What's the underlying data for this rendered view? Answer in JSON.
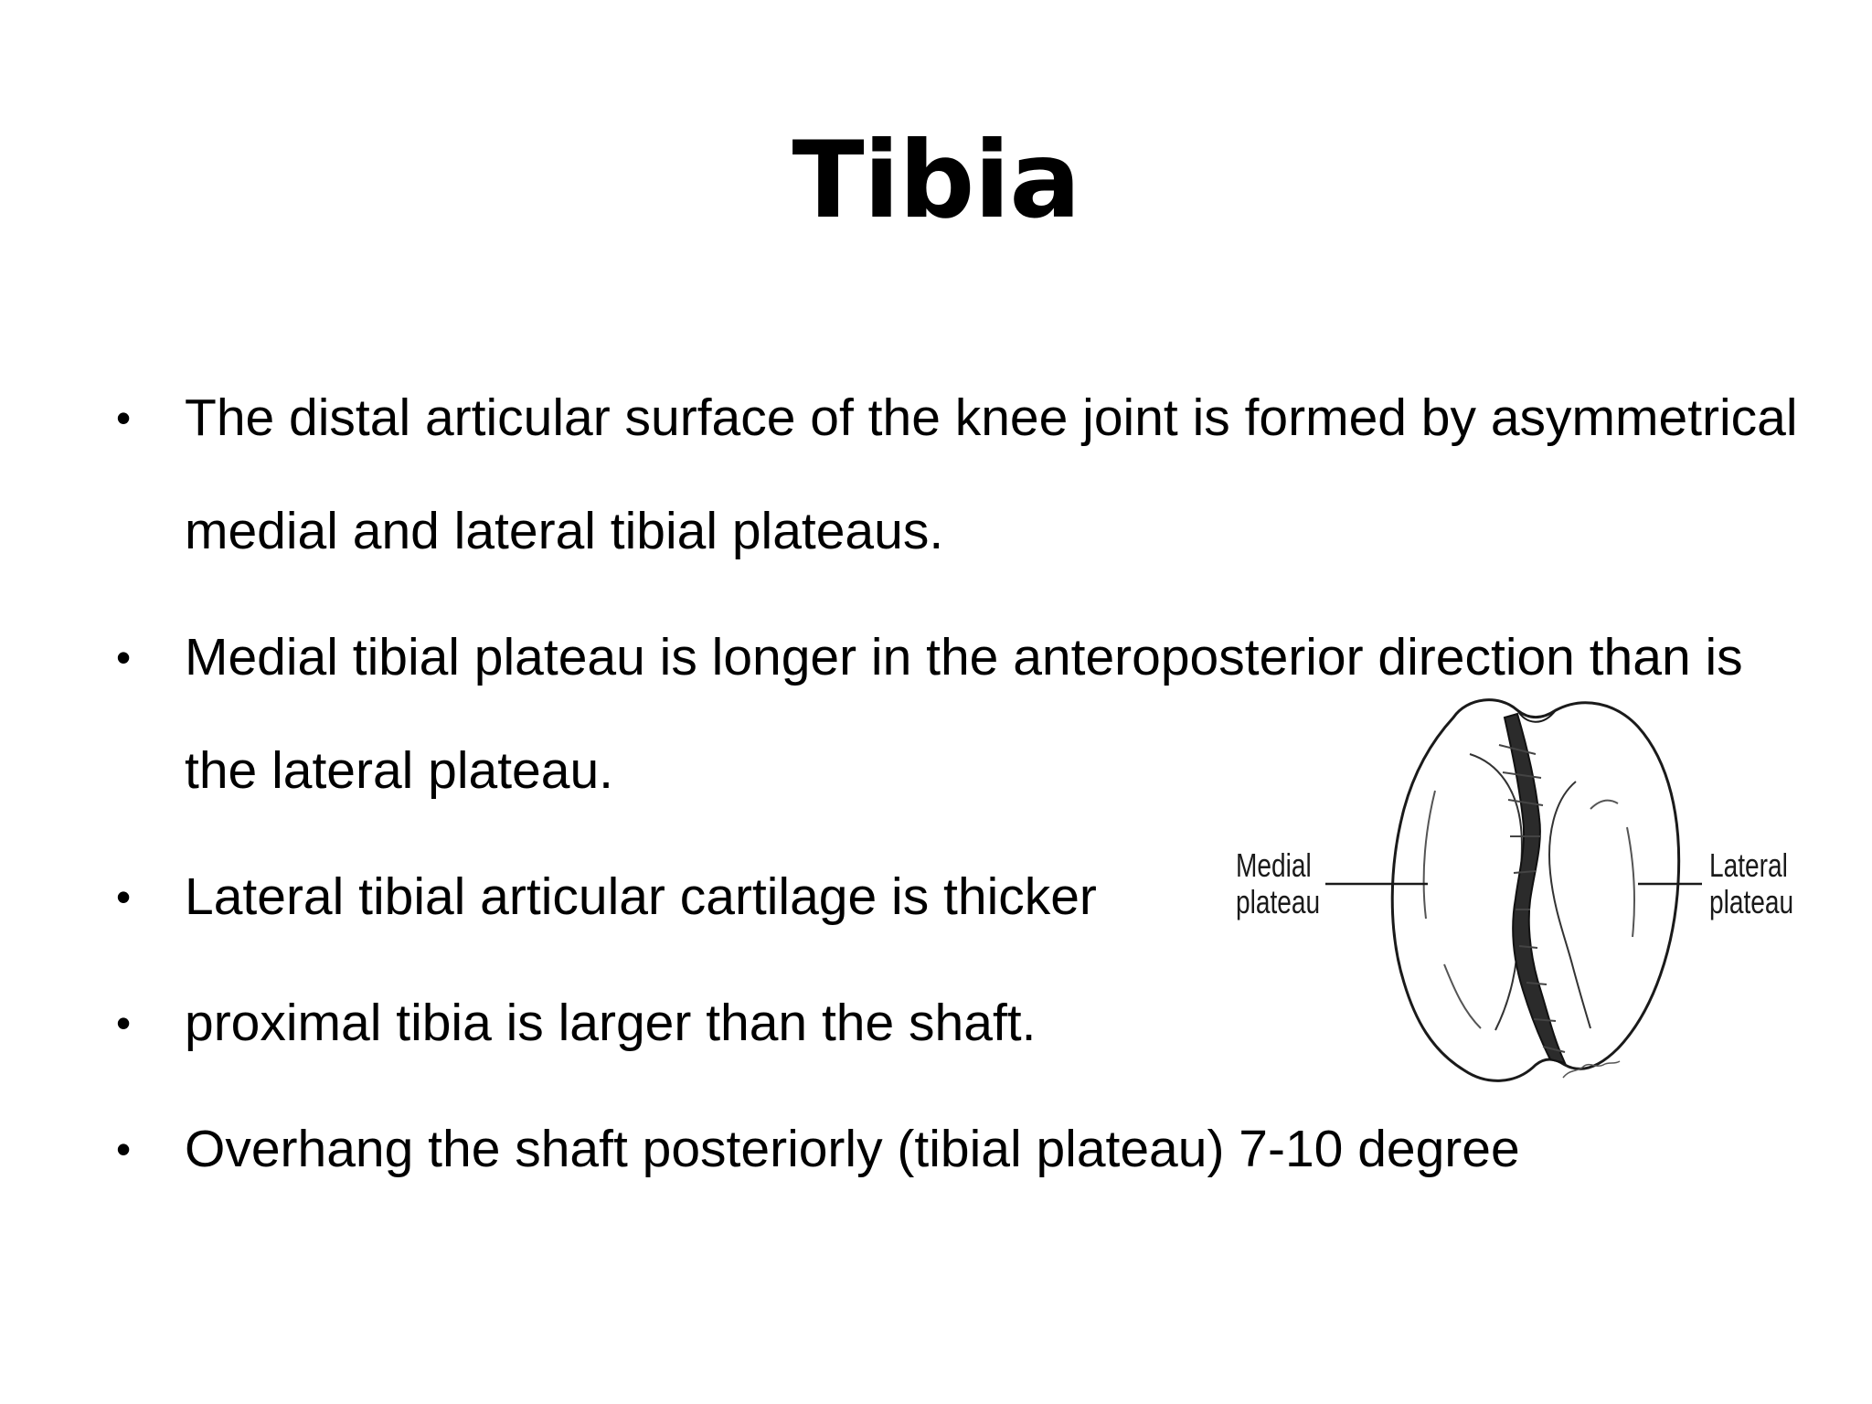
{
  "slide": {
    "title": "Tibia",
    "bullets": [
      {
        "text": "The distal articular surface of the knee joint is formed by asymmetrical medial and lateral tibial plateaus."
      },
      {
        "text": "Medial tibial plateau is longer in the anteroposterior direction than is the lateral plateau."
      },
      {
        "text": "Lateral tibial articular cartilage is thicker"
      },
      {
        "text": "proximal tibia is larger than the shaft."
      },
      {
        "text": "Overhang the shaft posteriorly (tibial plateau) 7-10 degree"
      }
    ],
    "bullet_glyph": "•"
  },
  "figure": {
    "labels": {
      "medial": "Medial\nplateau",
      "lateral": "Lateral\nplateau"
    }
  }
}
